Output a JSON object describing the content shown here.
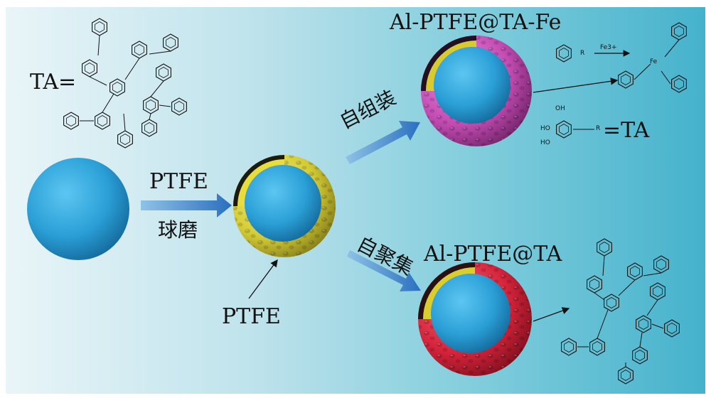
{
  "labels": {
    "ta_eq": "TA=",
    "ptfe_top": "PTFE",
    "ball_mill": "球磨",
    "ptfe_pointer": "PTFE",
    "self_assembly": "自组装",
    "self_aggregation": "自聚集",
    "product_fe": "Al-PTFE@TA-Fe",
    "product_ta": "Al-PTFE@TA",
    "eq_ta": "=TA",
    "fe3": "Fe3+",
    "fe": "Fe",
    "r_group": "R",
    "oh": "OH",
    "ho": "HO"
  },
  "colors": {
    "core_blue": "#2a9fd6",
    "ptfe_yellow": "#d9d13a",
    "fe_shell_magenta": "#c84fb8",
    "ta_shell_red": "#d9243a",
    "arrow_blue": "#2c78c2"
  }
}
